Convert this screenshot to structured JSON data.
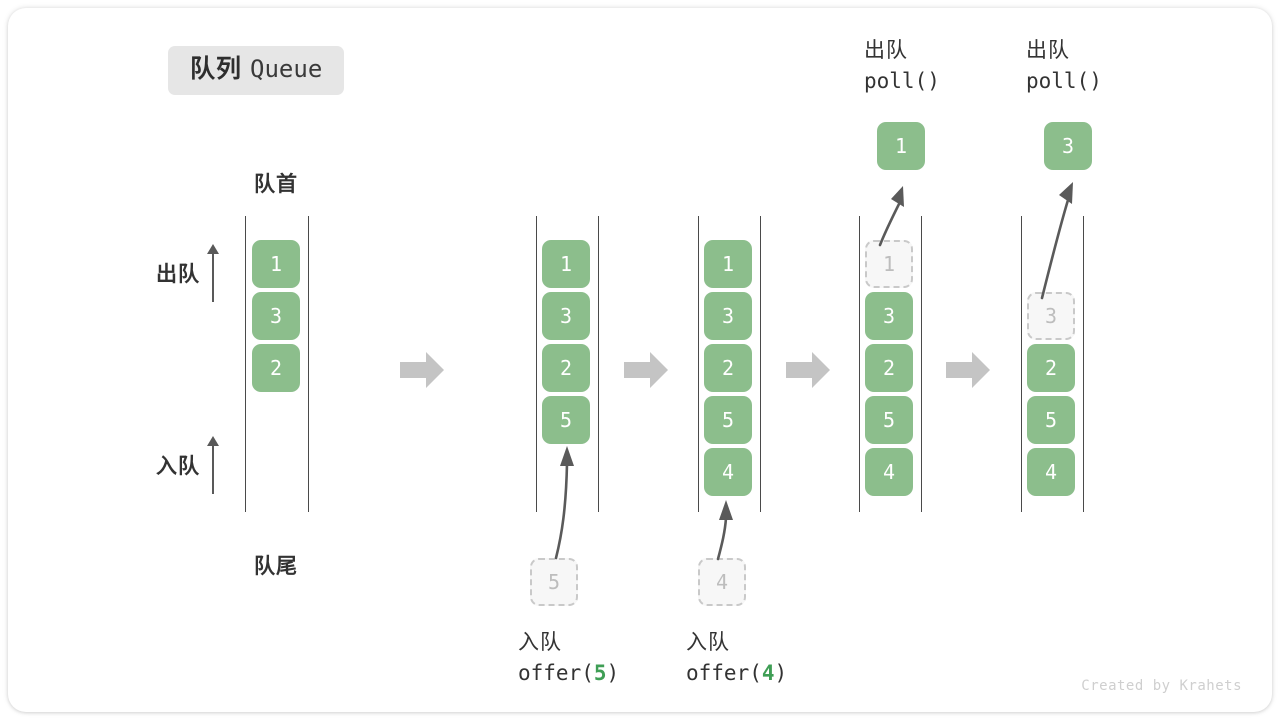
{
  "title": {
    "cn": "队列",
    "en": "Queue"
  },
  "labels": {
    "front": "队首",
    "rear": "队尾",
    "dequeue": "出队",
    "enqueue": "入队"
  },
  "colors": {
    "element_green": "#8cbe8c",
    "ghost_fill": "#f7f7f7",
    "ghost_border": "#c9c9c9",
    "rail": "#4a4a4a",
    "arrow_gray": "#c4c4c4",
    "motion_arrow": "#5a5a5a",
    "badge_bg": "#e6e6e6",
    "code_arg": "#3f9e55",
    "text": "#333333"
  },
  "stages": [
    {
      "name": "initial",
      "cells": [
        {
          "value": "1",
          "state": "filled"
        },
        {
          "value": "3",
          "state": "filled"
        },
        {
          "value": "2",
          "state": "filled"
        }
      ],
      "side_ops": [
        {
          "label": "出队"
        },
        {
          "label": "入队"
        }
      ]
    },
    {
      "name": "offer-5",
      "cells": [
        {
          "value": "1",
          "state": "filled"
        },
        {
          "value": "3",
          "state": "filled"
        },
        {
          "value": "2",
          "state": "filled"
        },
        {
          "value": "5",
          "state": "filled"
        }
      ],
      "incoming": {
        "value": "5",
        "state": "ghost"
      },
      "caption": {
        "cn": "入队",
        "fn": "offer(",
        "arg": "5",
        "fn_close": ")"
      }
    },
    {
      "name": "offer-4",
      "cells": [
        {
          "value": "1",
          "state": "filled"
        },
        {
          "value": "3",
          "state": "filled"
        },
        {
          "value": "2",
          "state": "filled"
        },
        {
          "value": "5",
          "state": "filled"
        },
        {
          "value": "4",
          "state": "filled"
        }
      ],
      "incoming": {
        "value": "4",
        "state": "ghost"
      },
      "caption": {
        "cn": "入队",
        "fn": "offer(",
        "arg": "4",
        "fn_close": ")"
      }
    },
    {
      "name": "poll-1",
      "cells": [
        {
          "value": "1",
          "state": "ghost"
        },
        {
          "value": "3",
          "state": "filled"
        },
        {
          "value": "2",
          "state": "filled"
        },
        {
          "value": "5",
          "state": "filled"
        },
        {
          "value": "4",
          "state": "filled"
        }
      ],
      "outgoing": {
        "value": "1",
        "state": "filled"
      },
      "caption": {
        "cn": "出队",
        "fn": "poll()"
      }
    },
    {
      "name": "poll-3",
      "cells": [
        {
          "value": "3",
          "state": "ghost"
        },
        {
          "value": "2",
          "state": "filled"
        },
        {
          "value": "5",
          "state": "filled"
        },
        {
          "value": "4",
          "state": "filled"
        }
      ],
      "outgoing": {
        "value": "3",
        "state": "filled"
      },
      "caption": {
        "cn": "出队",
        "fn": "poll()"
      }
    }
  ],
  "credit": "Created by Krahets"
}
